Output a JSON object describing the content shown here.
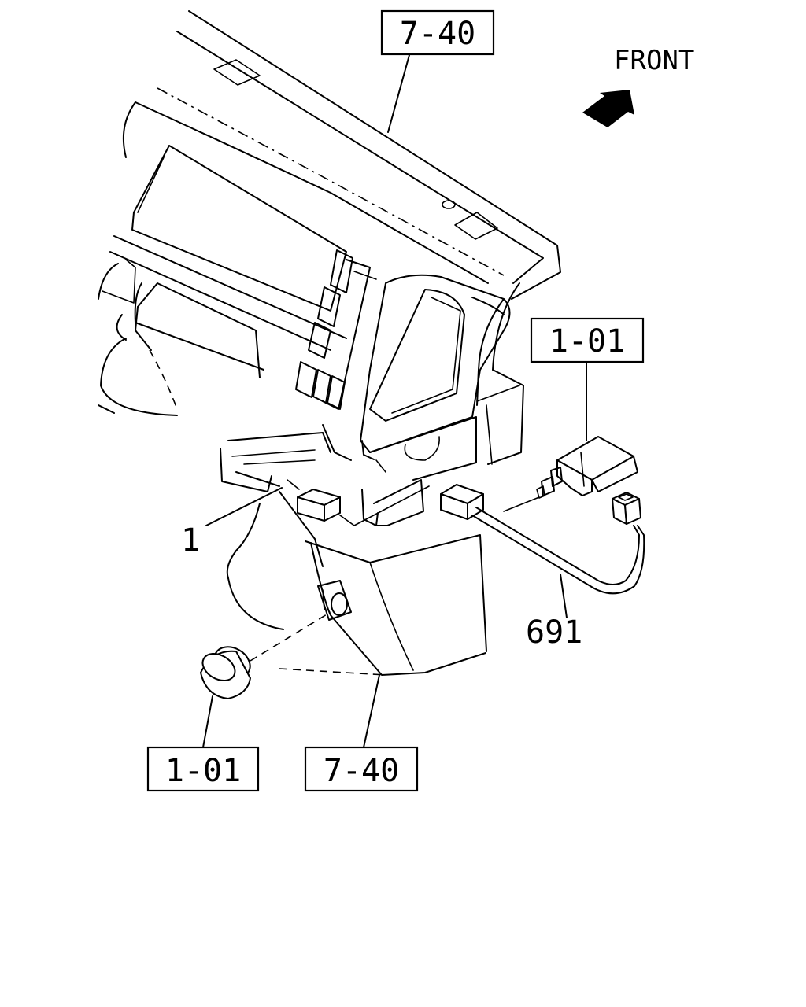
{
  "orientation_label": "FRONT",
  "orientation_icon": "arrow-icon",
  "callouts": {
    "top_ref": "7-40",
    "right_ref": "1-01",
    "bottom_left_ref": "1-01",
    "bottom_center_ref": "7-40",
    "part_1": "1",
    "part_691": "691"
  },
  "colors": {
    "line": "#000000",
    "background": "#ffffff"
  }
}
